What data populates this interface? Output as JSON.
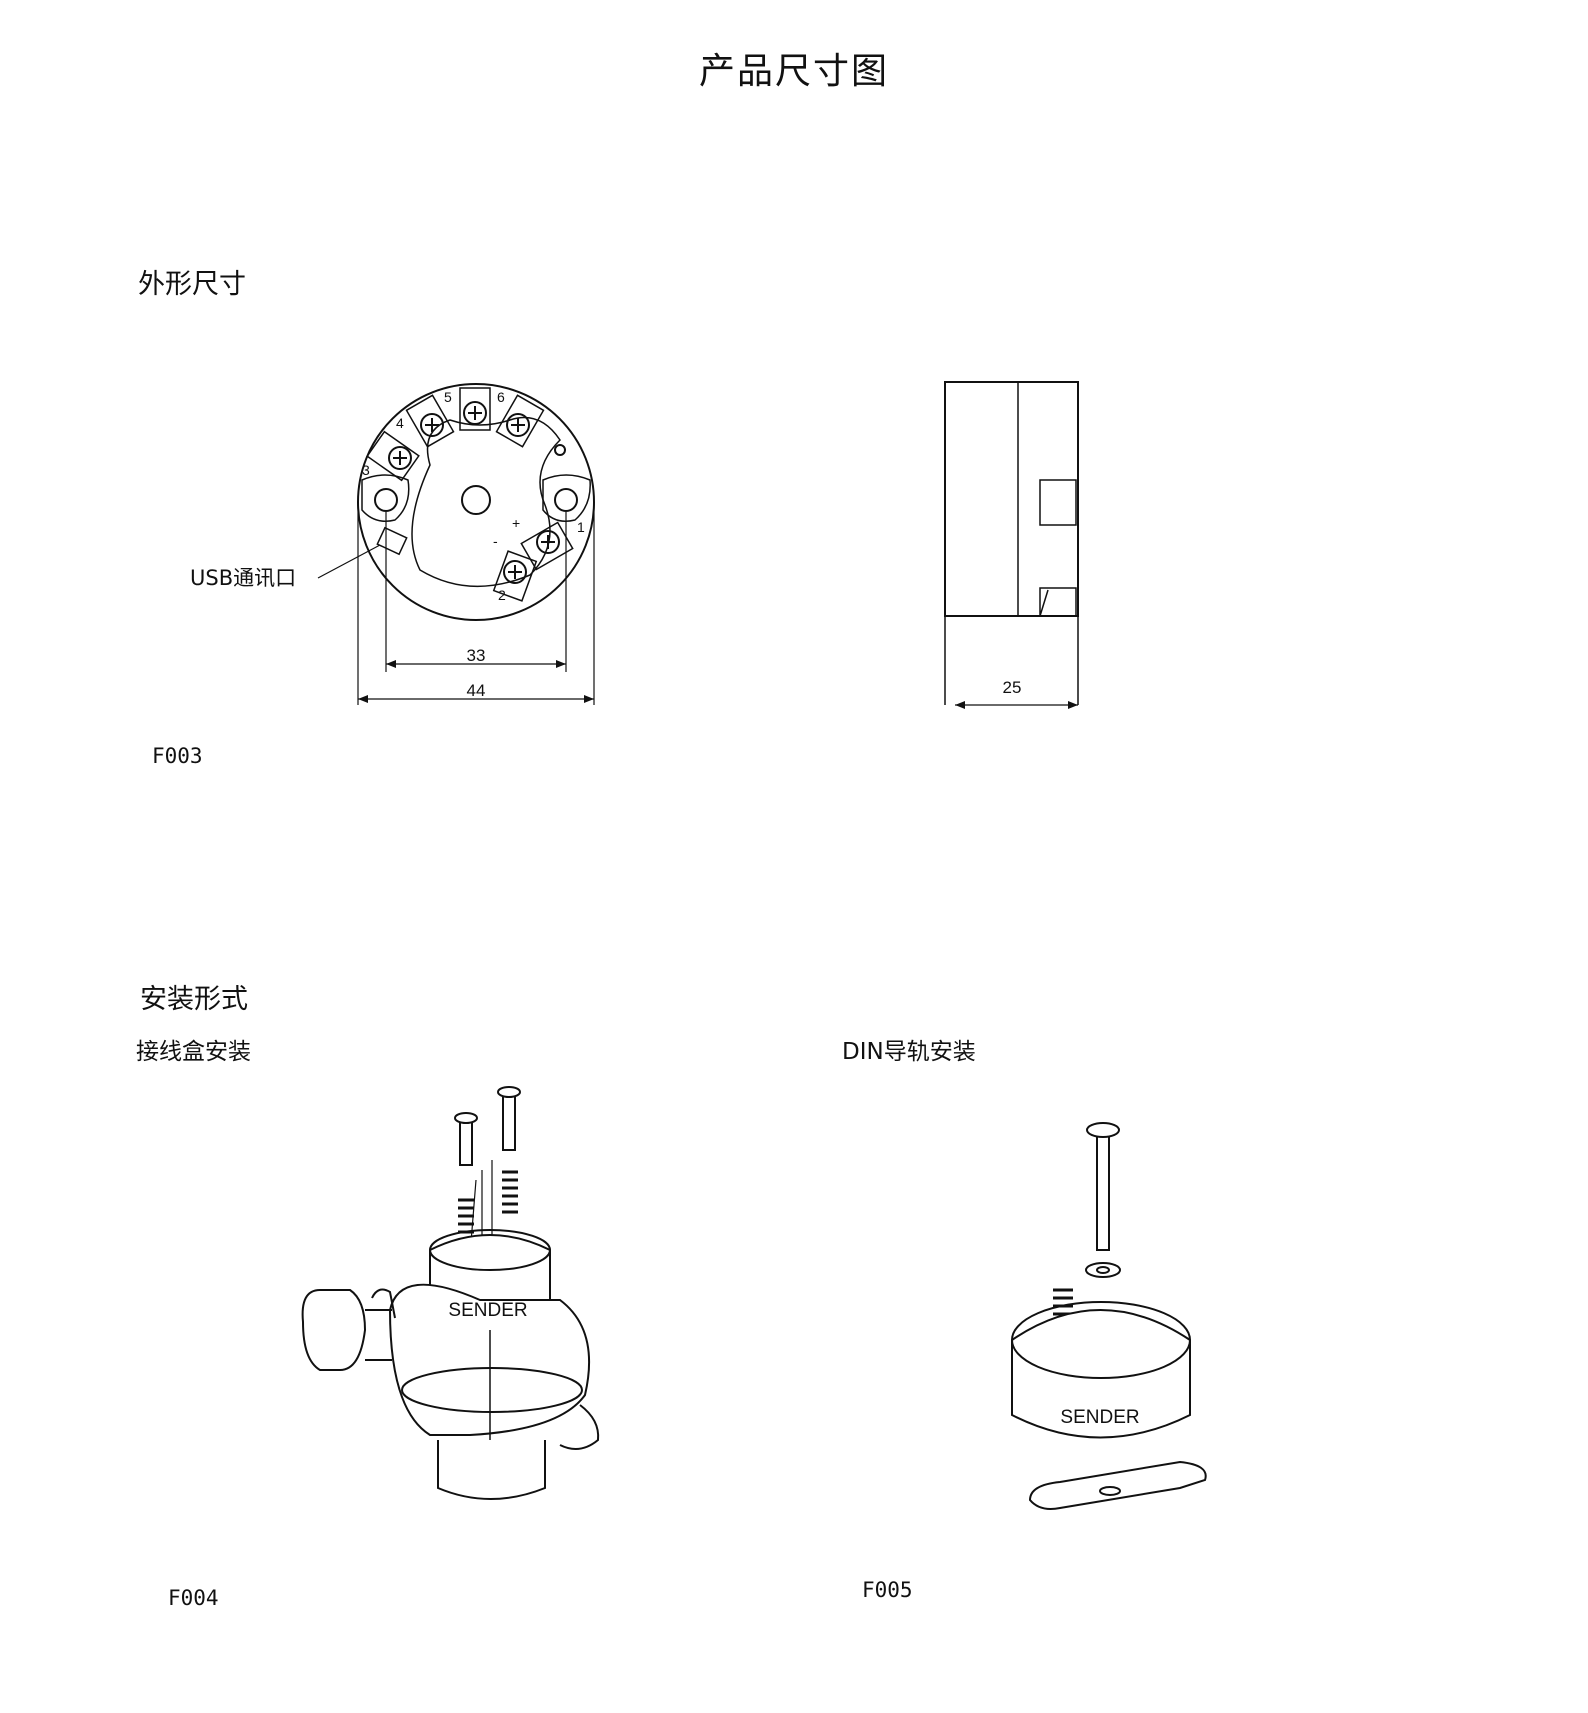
{
  "page_title": "产品尺寸图",
  "sections": {
    "dimensions": {
      "heading": "外形尺寸",
      "caption": "F003",
      "usb_label": "USB通讯口"
    },
    "installation": {
      "heading": "安装形式",
      "junction_box": {
        "label": "接线盒安装",
        "caption": "F004"
      },
      "din_rail": {
        "label": "DIN导轨安装",
        "caption": "F005"
      }
    }
  },
  "drawing": {
    "terminals": [
      "1",
      "2",
      "3",
      "4",
      "5",
      "6"
    ],
    "polarity": {
      "plus": "+",
      "minus": "-"
    },
    "dims": {
      "hole_spacing": "33",
      "diameter": "44",
      "height": "25"
    },
    "brand": "SENDER"
  }
}
